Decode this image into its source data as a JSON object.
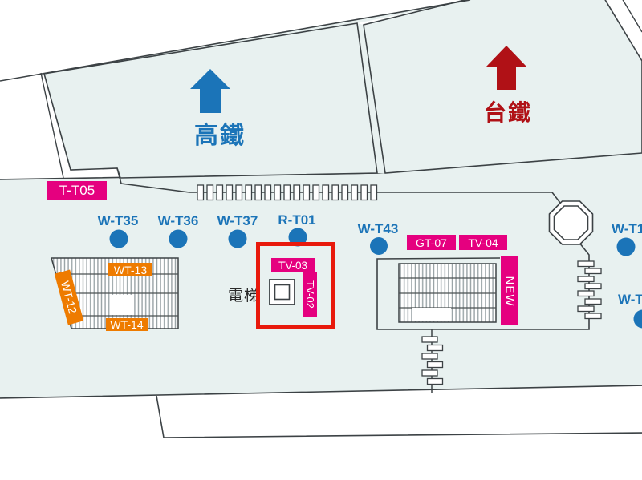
{
  "colors": {
    "area_fill": "#E8F1F0",
    "line": "#3C4245",
    "blue": "#1B74B8",
    "dark_red": "#B01116",
    "magenta": "#E5007F",
    "orange": "#EE7B00",
    "highlight_red": "#E8190C"
  },
  "platforms": {
    "hsr": "高鐵",
    "tra": "台鐵"
  },
  "spots": {
    "t_t05": "T-T05",
    "w_t35": "W-T35",
    "w_t36": "W-T36",
    "w_t37": "W-T37",
    "r_t01": "R-T01",
    "w_t43": "W-T43",
    "w_t1_right_top": "W-T1",
    "w_t_right_bottom": "W-T",
    "wt12": "WT-12",
    "wt13": "WT-13",
    "wt14": "WT-14",
    "gt07": "GT-07",
    "tv04": "TV-04",
    "tv03": "TV-03",
    "tv02": "TV-02",
    "new_badge": "NEW"
  },
  "facilities": {
    "elevator": "電梯"
  }
}
